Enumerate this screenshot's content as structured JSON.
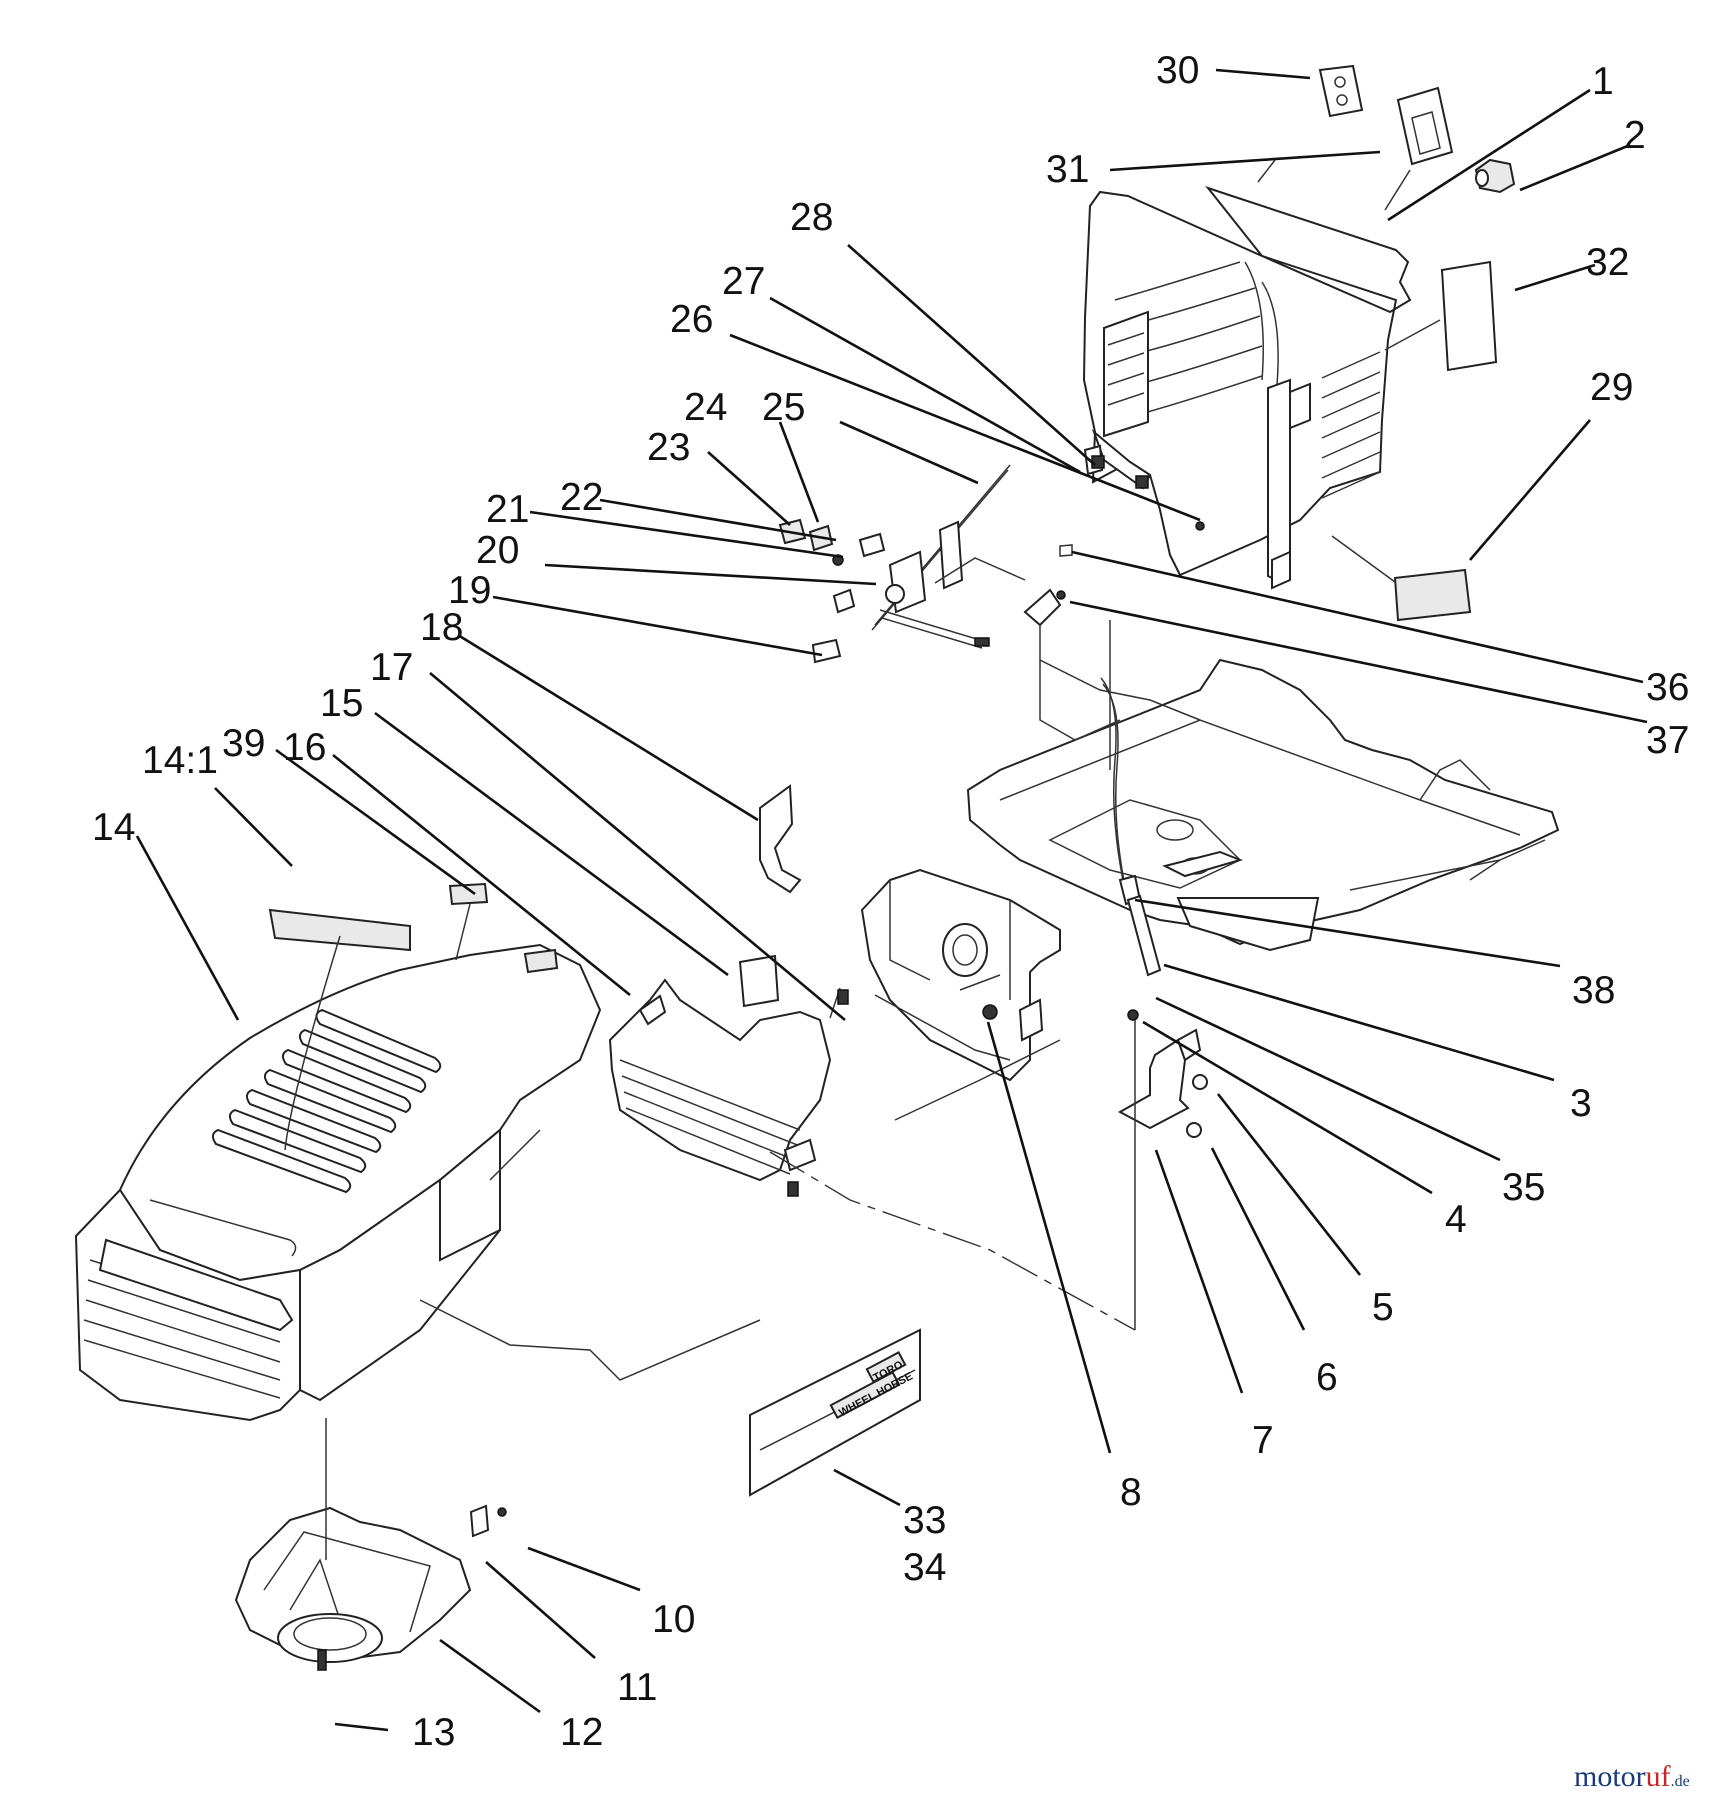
{
  "callouts": [
    {
      "id": "30",
      "label": "30"
    },
    {
      "id": "1",
      "label": "1"
    },
    {
      "id": "2",
      "label": "2"
    },
    {
      "id": "31",
      "label": "31"
    },
    {
      "id": "32",
      "label": "32"
    },
    {
      "id": "28",
      "label": "28"
    },
    {
      "id": "27",
      "label": "27"
    },
    {
      "id": "26",
      "label": "26"
    },
    {
      "id": "29",
      "label": "29"
    },
    {
      "id": "24",
      "label": "24"
    },
    {
      "id": "25",
      "label": "25"
    },
    {
      "id": "23",
      "label": "23"
    },
    {
      "id": "21",
      "label": "21"
    },
    {
      "id": "22",
      "label": "22"
    },
    {
      "id": "20",
      "label": "20"
    },
    {
      "id": "19",
      "label": "19"
    },
    {
      "id": "18",
      "label": "18"
    },
    {
      "id": "36",
      "label": "36"
    },
    {
      "id": "17",
      "label": "17"
    },
    {
      "id": "15",
      "label": "15"
    },
    {
      "id": "37",
      "label": "37"
    },
    {
      "id": "14-1",
      "label": "14:1"
    },
    {
      "id": "39",
      "label": "39"
    },
    {
      "id": "16",
      "label": "16"
    },
    {
      "id": "14",
      "label": "14"
    },
    {
      "id": "38",
      "label": "38"
    },
    {
      "id": "3",
      "label": "3"
    },
    {
      "id": "35",
      "label": "35"
    },
    {
      "id": "4",
      "label": "4"
    },
    {
      "id": "5",
      "label": "5"
    },
    {
      "id": "6",
      "label": "6"
    },
    {
      "id": "7",
      "label": "7"
    },
    {
      "id": "8",
      "label": "8"
    },
    {
      "id": "33",
      "label": "33"
    },
    {
      "id": "34",
      "label": "34"
    },
    {
      "id": "10",
      "label": "10"
    },
    {
      "id": "11",
      "label": "11"
    },
    {
      "id": "12",
      "label": "12"
    },
    {
      "id": "13",
      "label": "13"
    }
  ],
  "decal_text": {
    "top": "TORO",
    "bottom": "WHEEL HORSE"
  },
  "watermark": {
    "part_a": "motor",
    "part_b": "uf",
    "suffix": ".de"
  }
}
